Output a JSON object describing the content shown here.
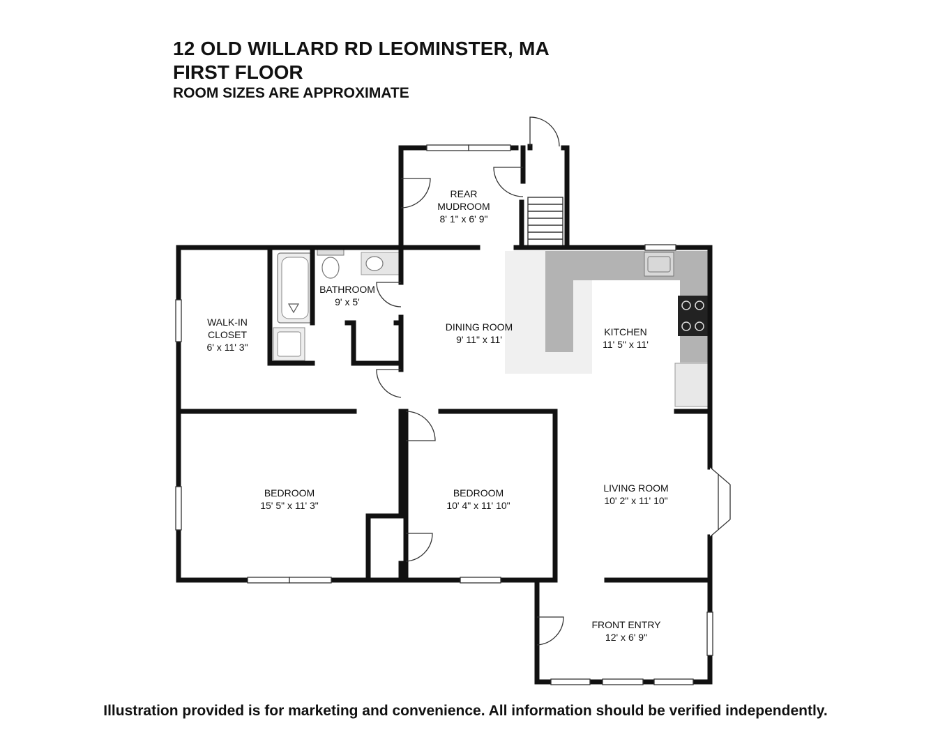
{
  "header": {
    "address": "12 OLD WILLARD RD LEOMINSTER, MA",
    "floor": "FIRST FLOOR",
    "note": "ROOM SIZES ARE APPROXIMATE"
  },
  "rooms": {
    "rear_mudroom": {
      "name_line1": "REAR",
      "name_line2": "MUDROOM",
      "size": "8' 1\" x 6' 9\""
    },
    "bathroom": {
      "name": "BATHROOM",
      "size": "9' x 5'"
    },
    "walk_in_closet": {
      "name_line1": "WALK-IN",
      "name_line2": "CLOSET",
      "size": "6' x 11' 3\""
    },
    "dining_room": {
      "name": "DINING ROOM",
      "size": "9' 11\" x 11'"
    },
    "kitchen": {
      "name": "KITCHEN",
      "size": "11' 5\" x 11'"
    },
    "bedroom_left": {
      "name": "BEDROOM",
      "size": "15' 5\" x 11' 3\""
    },
    "bedroom_middle": {
      "name": "BEDROOM",
      "size": "10' 4\" x 11' 10\""
    },
    "living_room": {
      "name": "LIVING ROOM",
      "size": "10' 2\" x 11' 10\""
    },
    "front_entry": {
      "name": "FRONT ENTRY",
      "size": "12' x 6' 9\""
    }
  },
  "footer": {
    "disclaimer": "Illustration provided is for marketing and convenience. All information should be verified independently."
  },
  "colors": {
    "wall": "#111111",
    "counter": "#b3b3b3",
    "floor_tint": "#f0f0f0",
    "fixture": "#e6e6e6"
  }
}
